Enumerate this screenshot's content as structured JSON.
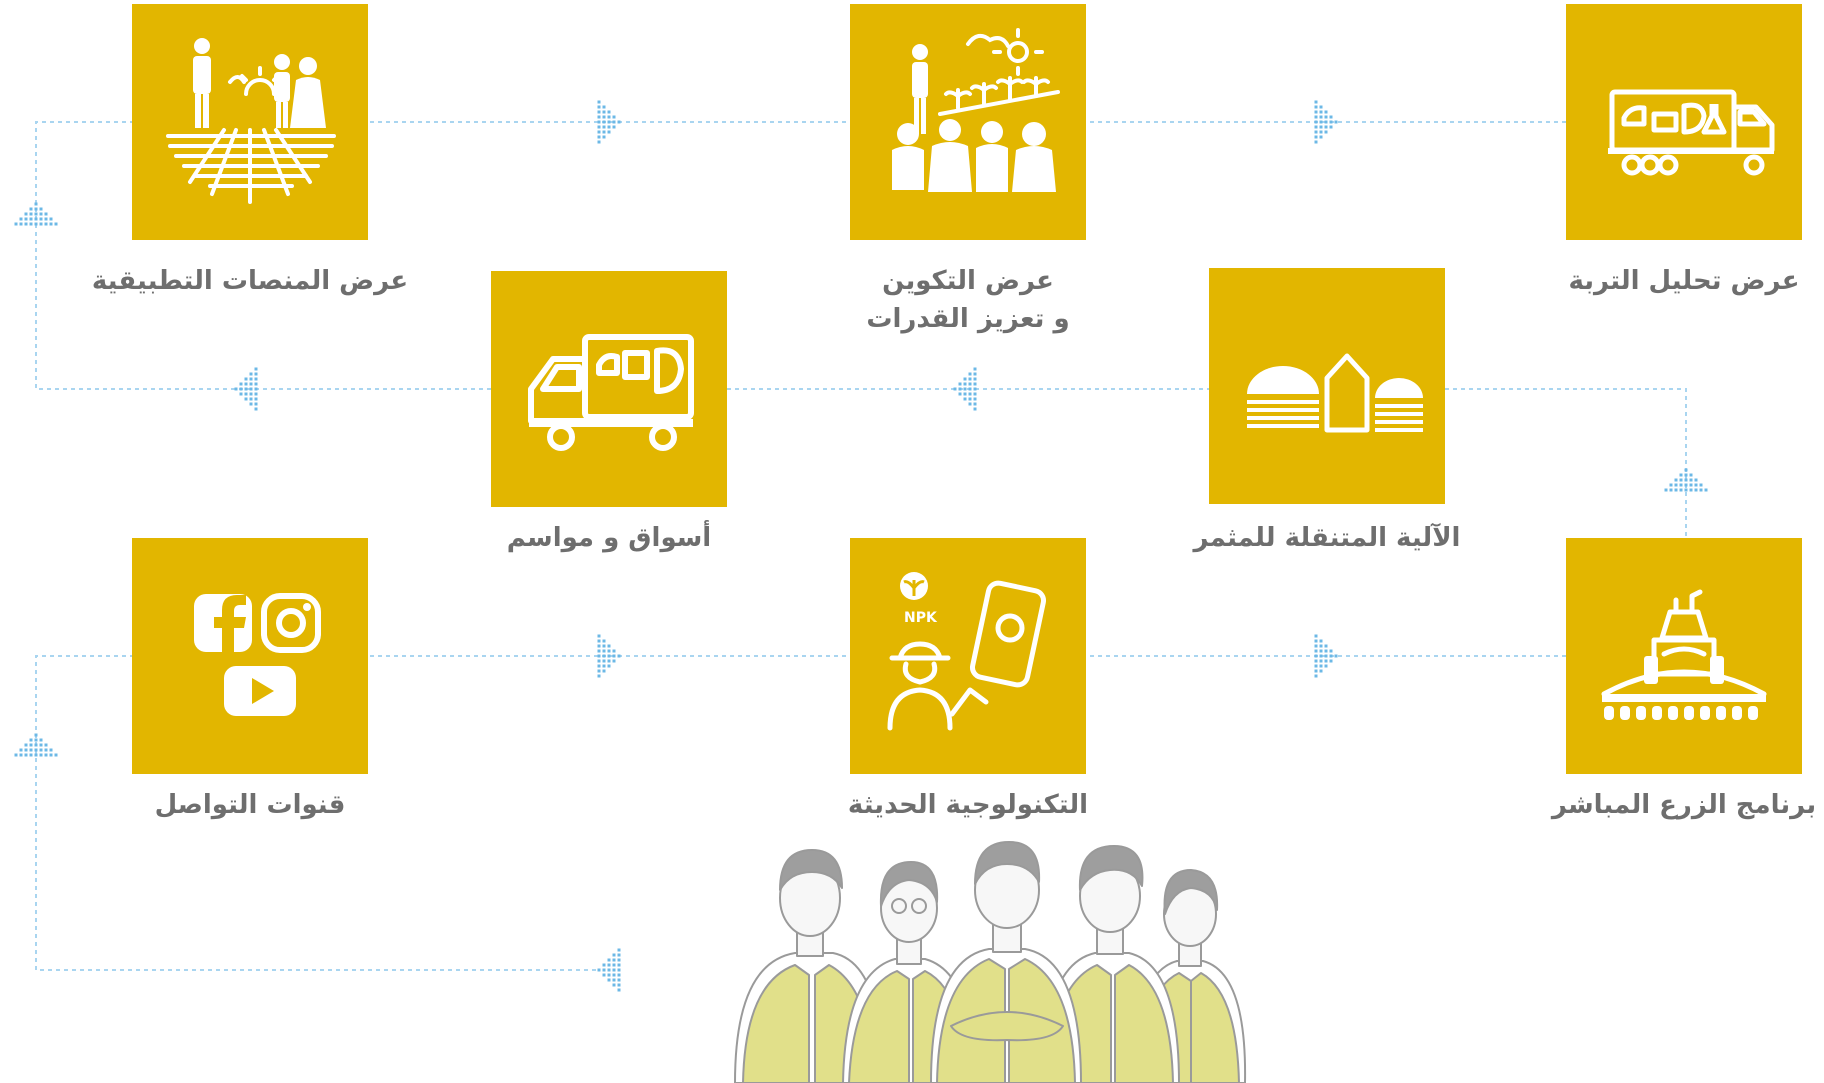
{
  "colors": {
    "tile": "#E2B600",
    "icon": "#FFFFFF",
    "label": "#6E6E6E",
    "connector": "#A9D5F0",
    "arrow": "#6CB8E6",
    "vest": "#E1E08A",
    "shirt": "#FFFFFF",
    "skin": "#F7F7F7",
    "hair": "#9E9E9E",
    "outline": "#9A9A9A"
  },
  "diagram": {
    "steps": [
      {
        "id": "soil-analysis",
        "icon": "soil-lab-truck-icon",
        "label": [
          "عرض تحليل التربة"
        ]
      },
      {
        "id": "training",
        "icon": "training-group-icon",
        "label": [
          "عرض التكوين",
          "و تعزيز القدرات"
        ]
      },
      {
        "id": "demo-platforms",
        "icon": "demo-field-icon",
        "label": [
          "عرض المنصات التطبيقية"
        ]
      },
      {
        "id": "markets",
        "icon": "delivery-truck-icon",
        "label": [
          "أسواق و مواسم"
        ]
      },
      {
        "id": "mobile-unit",
        "icon": "storage-silos-icon",
        "label": [
          "الآلية المتنقلة للمثمر"
        ]
      },
      {
        "id": "direct-seeding",
        "icon": "seed-drill-tractor-icon",
        "label": [
          "برنامج الزرع المباشر"
        ]
      },
      {
        "id": "technology",
        "icon": "farmer-smartphone-icon",
        "label": [
          "التكنولوجية الحديثة"
        ]
      },
      {
        "id": "social-channels",
        "icon": "social-media-icon",
        "label": [
          "قنوات التواصل"
        ]
      }
    ],
    "logo_text": "NPK",
    "team_icon": "advisor-team-illustration"
  }
}
